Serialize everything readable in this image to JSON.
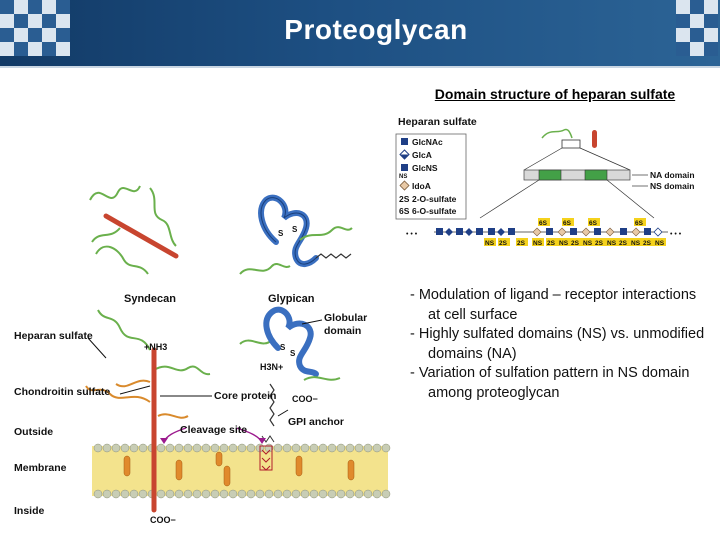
{
  "slide": {
    "title": "Proteoglycan",
    "subtitle": "Domain structure of heparan sulfate"
  },
  "bullets": [
    "-  Modulation of ligand – receptor interactions at cell surface",
    "-  Highly sulfated domains (NS) vs. unmodified domains (NA)",
    "-  Variation of sulfation pattern in NS domain among proteoglycan"
  ],
  "hs_diagram": {
    "legend_title": "Heparan sulfate",
    "legend": [
      {
        "code": "",
        "label": "GlcNAc"
      },
      {
        "code": "",
        "label": "GlcA"
      },
      {
        "code": "NS",
        "label": "GlcNS"
      },
      {
        "code": "",
        "label": "IdoA"
      },
      {
        "code": "2S",
        "label": "2-O-sulfate"
      },
      {
        "code": "6S",
        "label": "6-O-sulfate"
      }
    ],
    "na_domain": "NA domain",
    "ns_domain": "NS domain",
    "top_tags": [
      "6S",
      "6S",
      "6S",
      "6S"
    ],
    "bottom_tags": [
      "NS",
      "2S",
      "NS",
      "2S",
      "NS",
      "2S",
      "NS",
      "2S",
      "NS",
      "2S",
      "NS",
      "2S",
      "NS",
      "2S"
    ],
    "dots": "• • •"
  },
  "cell_diagram": {
    "syndecan": "Syndecan",
    "glypican": "Glypican",
    "heparan_sulfate": "Heparan sulfate",
    "chondroitin_sulfate": "Chondroitin sulfate",
    "outside": "Outside",
    "membrane": "Membrane",
    "inside": "Inside",
    "core_protein": "Core protein",
    "cleavage_site": "Cleavage site",
    "gpi_anchor": "GPI anchor",
    "globular_domain": "Globular\ndomain",
    "nh3": "+NH3",
    "h3n": "H3N+",
    "coo_top": "COO−",
    "coo_bottom": "COO−",
    "s1": "S",
    "s2": "S",
    "s3": "S",
    "s4": "S"
  },
  "colors": {
    "header": "#1d4f82",
    "checker_blue": "#2a5d92",
    "checker_light": "#dbe5ef",
    "core_protein": "#c8452f",
    "glypican": "#3a6fc0",
    "hs_chain": "#6ab04c",
    "cs_chain": "#d98a2c",
    "membrane": "#f3e38d",
    "lipid_head": "#c8cdb5"
  }
}
